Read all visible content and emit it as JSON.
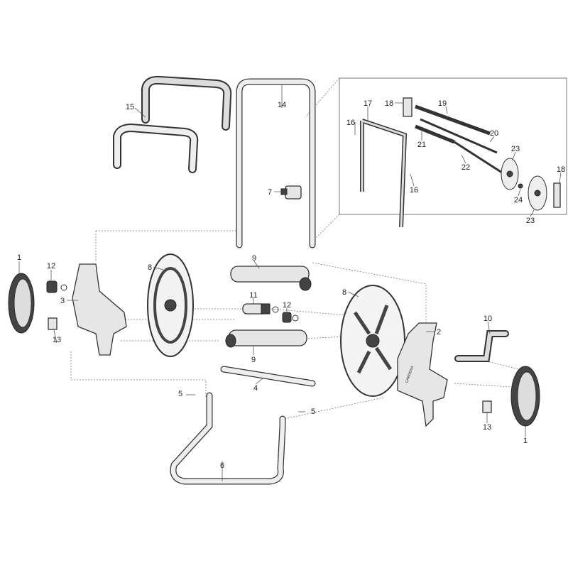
{
  "diagram": {
    "title": "Hose reel cart exploded parts view",
    "brand_mark": "GARDENA",
    "part_labels": {
      "wheel_left": "1",
      "bushing_left": "12",
      "side_left": "3",
      "cap_left": "13",
      "drum_left": "8",
      "crossbar_top": "9",
      "coupling": "11",
      "bushing_mid": "12",
      "crossbar_bottom": "9",
      "drum_right": "8",
      "side_right": "2",
      "crank": "10",
      "wheel_right": "1",
      "cap_right": "13",
      "axle": "4",
      "screw_left": "5",
      "screw_right": "5",
      "base_frame": "6",
      "handle": "14",
      "grip": "15",
      "clip": "7",
      "inset_screw_top": "16",
      "inset_frame": "17",
      "inset_bracket_top": "18",
      "inset_spring": "19",
      "inset_rod": "20",
      "inset_spring2": "21",
      "inset_rod2": "22",
      "inset_wheel_top": "23",
      "inset_screw_bottom": "16",
      "inset_nut": "24",
      "inset_wheel_bottom": "23",
      "inset_bracket_right": "18"
    }
  }
}
